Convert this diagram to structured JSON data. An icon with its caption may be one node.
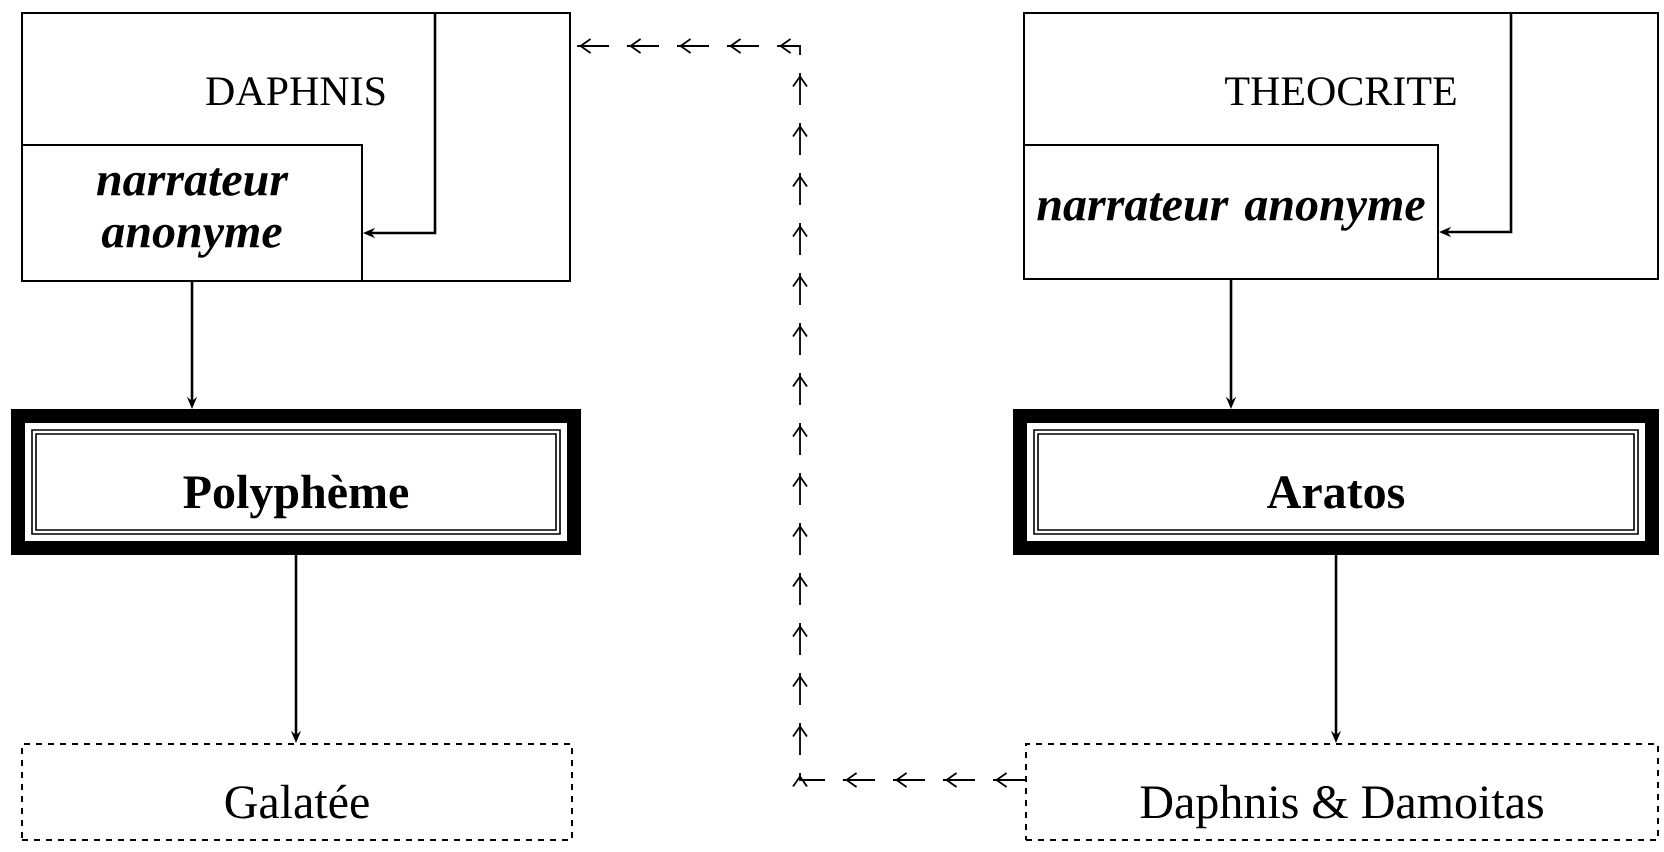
{
  "diagram": {
    "nodes": [
      {
        "text": [
          "DAPHNIS"
        ]
      },
      {
        "text": [
          "narrateur anonyme"
        ],
        "in": 0
      },
      {
        "text": [
          "THEOCRITE"
        ]
      },
      {
        "text": [
          "narrateur anonyme"
        ],
        "in": 2
      },
      {
        "text": [
          "Polyphème"
        ]
      },
      {
        "text": [
          "Aratos"
        ]
      },
      {
        "text": [
          "Galatée"
        ]
      },
      {
        "text": [
          "Daphnis & Damoitas"
        ]
      }
    ],
    "edges": [
      {
        "from": 0,
        "to": 1,
        "arrow": "to"
      },
      {
        "from": 2,
        "to": 3,
        "arrow": "to"
      },
      {
        "from": 1,
        "to": 4,
        "arrow": "to"
      },
      {
        "from": 3,
        "to": 5,
        "arrow": "to"
      },
      {
        "from": 4,
        "to": 6,
        "arrow": "to"
      },
      {
        "from": 5,
        "to": 7,
        "arrow": "to"
      },
      {
        "from": 7,
        "to": 0,
        "arrow": "to",
        "style": "dashed"
      }
    ]
  }
}
